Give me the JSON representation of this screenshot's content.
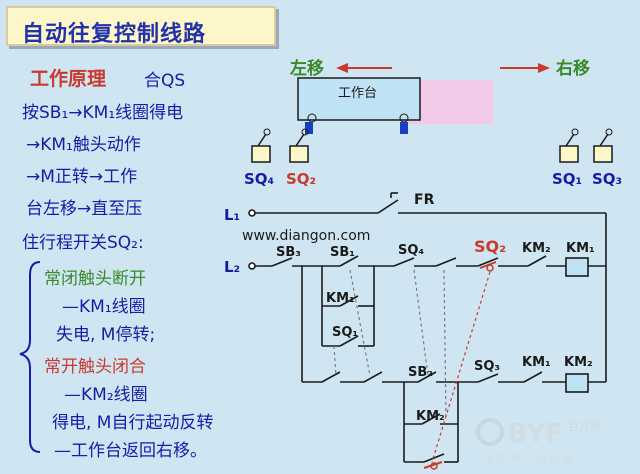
{
  "title": "自动往复控制线路",
  "principle": {
    "heading": "工作原理",
    "heading_suffix": "合QS",
    "lines": [
      "按SB₁→KM₁线圈得电",
      "→KM₁触头动作",
      "→M正转→工作",
      "台左移→直至压",
      "住行程开关SQ₂:"
    ],
    "branch1_head": "常闭触头断开",
    "branch1_lines": [
      "—KM₁线圈",
      "失电, M停转;"
    ],
    "branch2_head": "常开触头闭合",
    "branch2_lines": [
      "—KM₂线圈",
      "得电, M自行起动反转",
      "—工作台返回右移。"
    ]
  },
  "machine": {
    "left_move": "左移",
    "right_move": "右移",
    "table_label": "工作台",
    "switches": [
      "SQ₄",
      "SQ₂",
      "SQ₁",
      "SQ₃"
    ]
  },
  "circuit": {
    "fr": "FR",
    "l1": "L₁",
    "l2": "L₂",
    "sb3": "SB₃",
    "sb1": "SB₁",
    "km1_aux": "KM₁",
    "sq1": "SQ₁",
    "sq4": "SQ₄",
    "sq2_top": "SQ₂",
    "km2_nc": "KM₂",
    "km1_coil": "KM₁",
    "sb2": "SB₂",
    "sq3": "SQ₃",
    "km1_nc": "KM₁",
    "km2_coil": "KM₂",
    "km2_aux": "KM₂"
  },
  "watermark": {
    "url": "www.diangon.com",
    "brand": "BYF",
    "brand_sub": "百方网",
    "brand_foot": "中 国 电 气 供 应 商"
  }
}
